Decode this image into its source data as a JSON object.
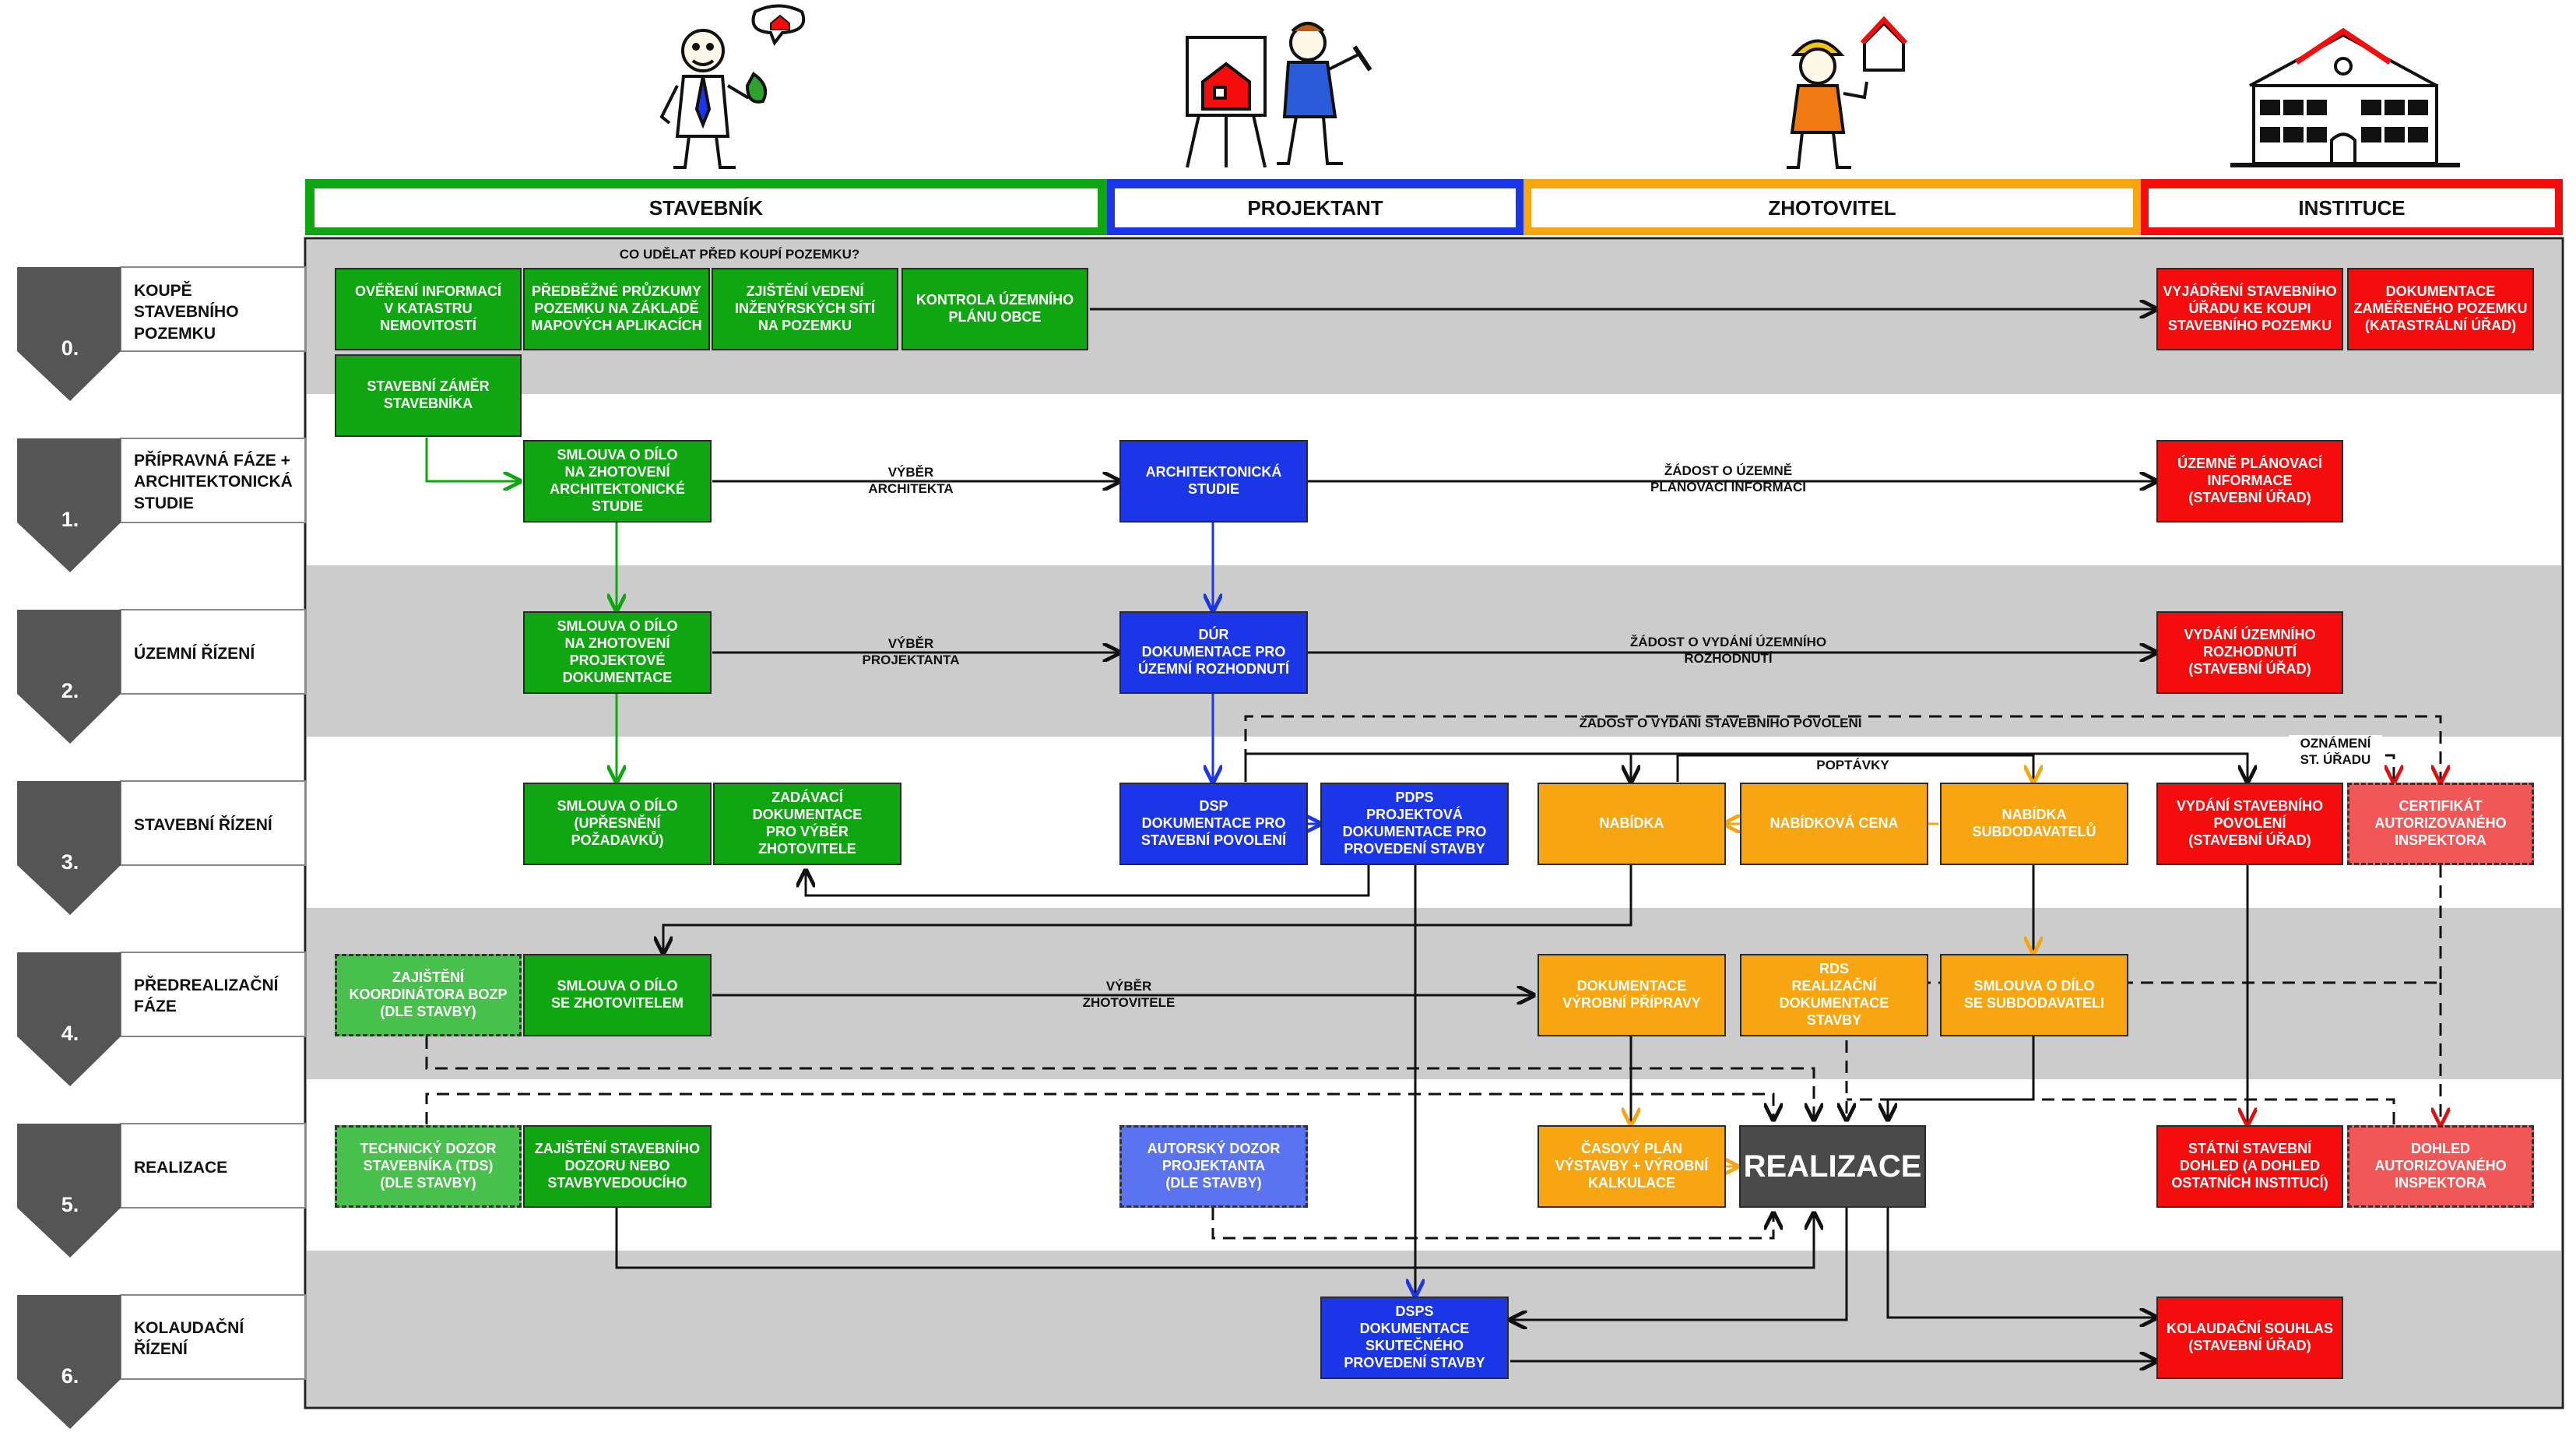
{
  "columns": {
    "stavebnik": "STAVEBNÍK",
    "projektant": "PROJEKTANT",
    "zhotovitel": "ZHOTOVITEL",
    "instituce": "INSTITUCE"
  },
  "phases": [
    {
      "num": "0.",
      "label": "KOUPĚ\nSTAVEBNÍHO\nPOZEMKU"
    },
    {
      "num": "1.",
      "label": "PŘÍPRAVNÁ FÁZE +\nARCHITEKTONICKÁ\nSTUDIE"
    },
    {
      "num": "2.",
      "label": "ÚZEMNÍ ŘÍZENÍ"
    },
    {
      "num": "3.",
      "label": "STAVEBNÍ ŘÍZENÍ"
    },
    {
      "num": "4.",
      "label": "PŘEDREALIZAČNÍ\nFÁZE"
    },
    {
      "num": "5.",
      "label": "REALIZACE"
    },
    {
      "num": "6.",
      "label": "KOLAUDAČNÍ\nŘÍZENÍ"
    }
  ],
  "notes": {
    "pred_koupi": "CO UDĚLAT PŘED KOUPÍ POZEMKU?",
    "vyber_architekta": "VÝBĚR\nARCHITEKTA",
    "zadost_uzemne_planovaci": "ŽÁDOST O ÚZEMNĚ\nPLÁNOVACÍ INFORMACI",
    "vyber_projektanta": "VÝBĚR\nPROJEKTANTA",
    "zadost_uzemni_rozhodnuti": "ŽÁDOST O VYDÁNÍ ÚZEMNÍHO\nROZHODNUTÍ",
    "zadost_stavebni_povoleni": "ŽÁDOST O VYDÁNÍ STAVEBNÍHO POVOLENÍ",
    "poptavky": "POPTÁVKY",
    "oznameni_st_uradu": "OZNÁMENÍ\nST. ÚŘADU",
    "vyber_zhotovitele": "VÝBĚR\nZHOTOVITELE"
  },
  "boxes": {
    "overeni_katastru": "OVĚŘENÍ INFORMACÍ\nV KATASTRU\nNEMOVITOSTÍ",
    "predbezne_pruzkumy": "PŘEDBĚŽNÉ PRŮZKUMY\nPOZEMKU NA ZÁKLADĚ\nMAPOVÝCH APLIKACÍCH",
    "zjisteni_vedeni": "ZJIŠTĚNÍ VEDENÍ\nINŽENÝRSKÝCH SÍTÍ\nNA POZEMKU",
    "kontrola_uzemniho": "KONTROLA ÚZEMNÍHO\nPLÁNU OBCE",
    "vyjadreni_uradu": "VYJÁDŘENÍ STAVEBNÍHO\nÚŘADU KE KOUPI\nSTAVEBNÍHO POZEMKU",
    "dokumentace_zamereneho": "DOKUMENTACE\nZAMĚŘENÉHO POZEMKU\n(KATASTRÁLNÍ ÚŘAD)",
    "stavebni_zamer": "STAVEBNÍ ZÁMĚR\nSTAVEBNÍKA",
    "smlouva_architektonicke": "SMLOUVA O DÍLO\nNA ZHOTOVENÍ\nARCHITEKTONICKÉ\nSTUDIE",
    "architektonicka_studie": "ARCHITEKTONICKÁ\nSTUDIE",
    "uzemne_planovaci_informace": "ÚZEMNĚ PLÁNOVACÍ\nINFORMACE\n(STAVEBNÍ ÚŘAD)",
    "smlouva_projektove": "SMLOUVA O DÍLO\nNA ZHOTOVENÍ\nPROJEKTOVÉ\nDOKUMENTACE",
    "dur": "DÚR\nDOKUMENTACE PRO\nÚZEMNÍ ROZHODNUTÍ",
    "vydani_uzemniho": "VYDÁNÍ ÚZEMNÍHO\nROZHODNUTÍ\n(STAVEBNÍ ÚŘAD)",
    "smlouva_upresneni": "SMLOUVA O DÍLO\n(UPŘESNĚNÍ\nPOŽADAVKŮ)",
    "zadavaci_dokumentace": "ZADÁVACÍ\nDOKUMENTACE\nPRO VÝBĚR\nZHOTOVITELE",
    "dsp": "DSP\nDOKUMENTACE PRO\nSTAVEBNÍ POVOLENÍ",
    "pdps": "PDPS\nPROJEKTOVÁ\nDOKUMENTACE PRO\nPROVEDENÍ STAVBY",
    "nabidka": "NABÍDKA",
    "nabidkova_cena": "NABÍDKOVÁ CENA",
    "nabidka_subdodavatelu": "NABÍDKA\nSUBDODAVATELŮ",
    "vydani_stavebniho": "VYDÁNÍ STAVEBNÍHO\nPOVOLENÍ\n(STAVEBNÍ ÚŘAD)",
    "certifikat": "CERTIFIKÁT\nAUTORIZOVANÉHO\nINSPEKTORA",
    "zajisteni_bozp": "ZAJIŠTĚNÍ\nKOORDINÁTORA BOZP\n(DLE STAVBY)",
    "smlouva_zhotovitelem": "SMLOUVA O DÍLO\nSE ZHOTOVITELEM",
    "dokumentace_vyrobni": "DOKUMENTACE\nVÝROBNÍ PŘÍPRAVY",
    "rds": "RDS\nREALIZAČNÍ\nDOKUMENTACE\nSTAVBY",
    "smlouva_subdodavateli": "SMLOUVA O DÍLO\nSE SUBDODAVATELI",
    "technicky_dozor": "TECHNICKÝ DOZOR\nSTAVEBNÍKA (TDS)\n(DLE STAVBY)",
    "zajisteni_dozoru": "ZAJIŠTĚNÍ STAVEBNÍHO\nDOZORU NEBO\nSTAVBYVEDOUCÍHO",
    "autorsky_dozor": "AUTORSKÝ DOZOR\nPROJEKTANTA\n(DLE STAVBY)",
    "casovy_plan": "ČASOVÝ PLÁN\nVÝSTAVBY + VÝROBNÍ\nKALKULACE",
    "realizace": "REALIZACE",
    "statni_dohled": "STÁTNÍ STAVEBNÍ\nDOHLED (A DOHLED\nOSTATNÍCH INSTITUCÍ)",
    "dohled_inspektora": "DOHLED\nAUTORIZOVANÉHO\nINSPEKTORA",
    "dsps": "DSPS\nDOKUMENTACE\nSKUTEČNÉHO\nPROVEDENÍ STAVBY",
    "kolaudacni_souhlas": "KOLAUDAČNÍ SOUHLAS\n(STAVEBNÍ ÚŘAD)"
  },
  "colors": {
    "stavebnik": "#0fa612",
    "projektant": "#1a36e6",
    "zhotovitel": "#f7a611",
    "instituce": "#f50c0c",
    "band_grey": "#cccccc",
    "chevron": "#555555"
  }
}
